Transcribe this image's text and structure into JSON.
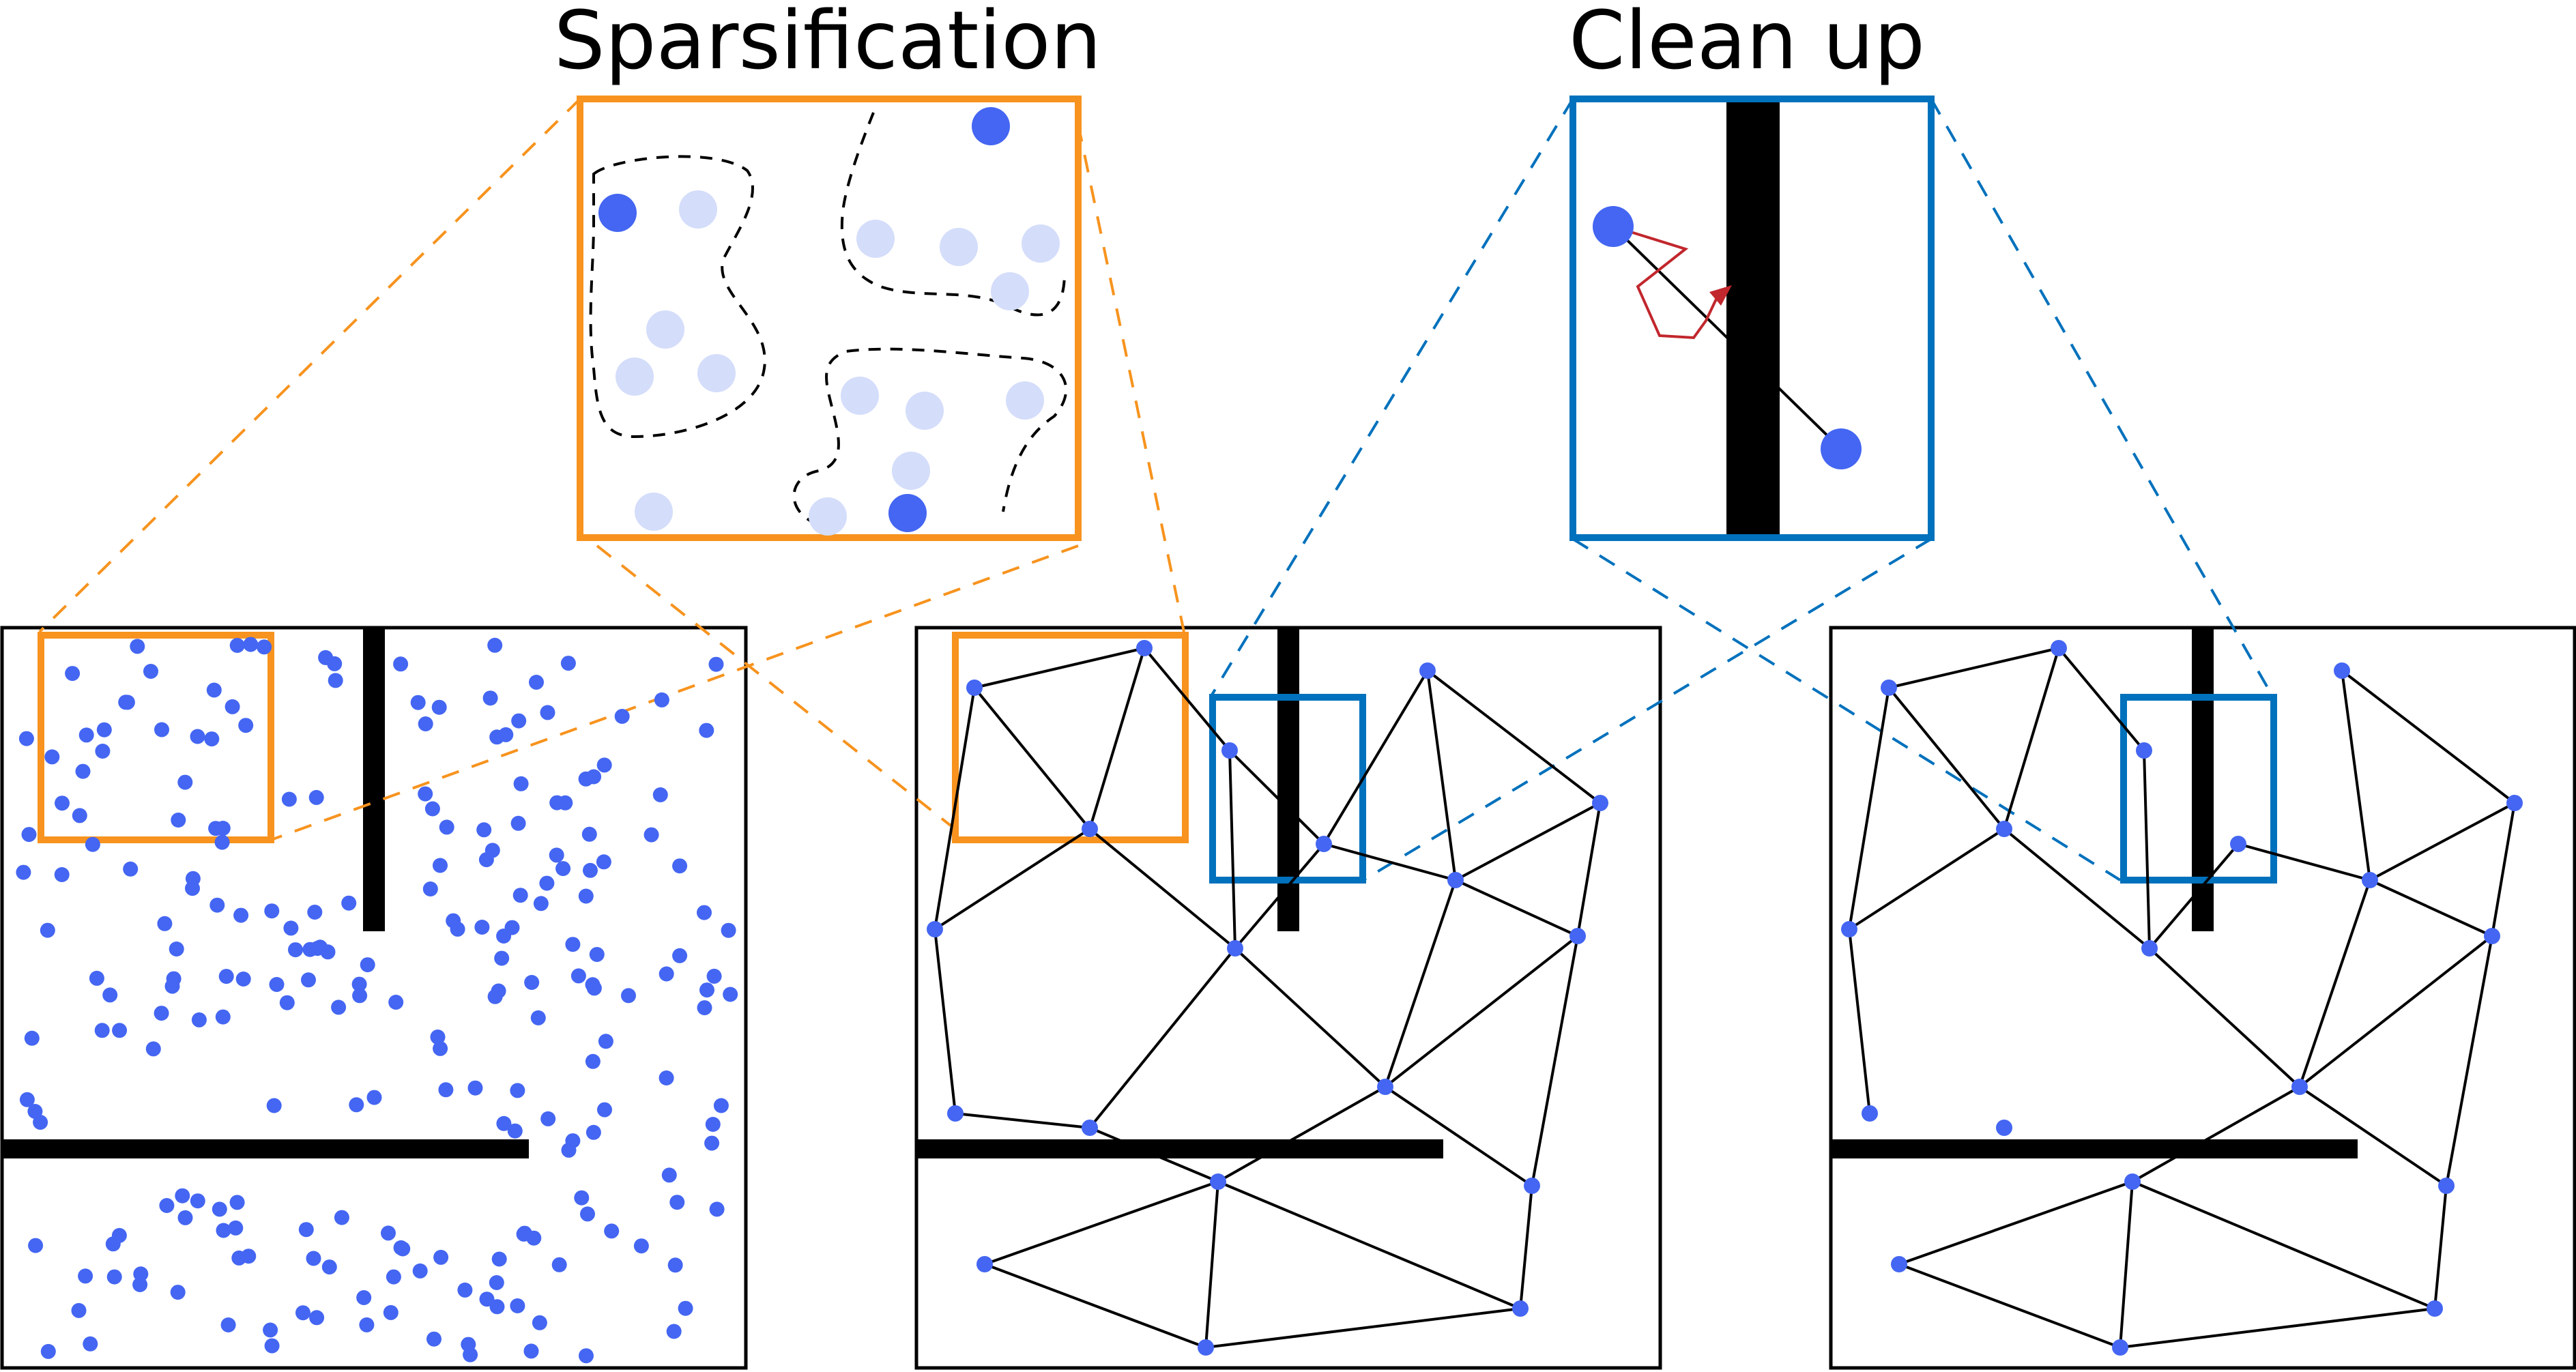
{
  "labels": {
    "sparsification": "Sparsification",
    "cleanup": "Clean up"
  },
  "colors": {
    "node": "#4466f2",
    "faded_node": "#d4ddfa",
    "orange": "#f7931e",
    "blue": "#0071bc",
    "wall": "#000000",
    "path": "#c1272d",
    "edge": "#000000",
    "panel_border": "#000000"
  },
  "panels": [
    {
      "name": "panel-samples",
      "content": "dense random samples"
    },
    {
      "name": "panel-sparse-graph",
      "content": "sparsified graph"
    },
    {
      "name": "panel-clean-graph",
      "content": "cleaned graph"
    }
  ]
}
